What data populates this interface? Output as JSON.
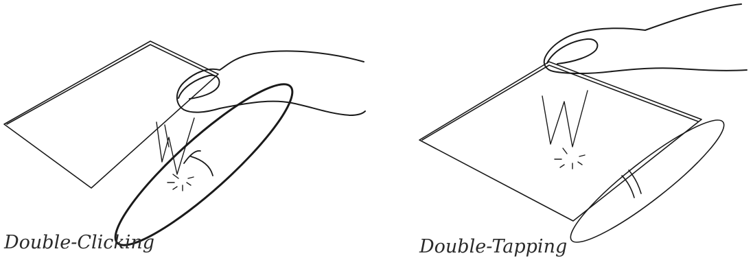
{
  "figures": [
    {
      "caption": "Double-Clicking",
      "gesture": "double-click",
      "icons": [
        "touchpad",
        "finger",
        "tap-motion-lines",
        "click-spark",
        "touchpad-button"
      ]
    },
    {
      "caption": "Double-Tapping",
      "gesture": "double-tap",
      "icons": [
        "touchpad",
        "finger",
        "tap-motion-lines",
        "tap-spark",
        "touchpad-button"
      ]
    }
  ],
  "colors": {
    "line": "#1a1a1a",
    "text": "#2a2a2a",
    "background": "#ffffff"
  }
}
